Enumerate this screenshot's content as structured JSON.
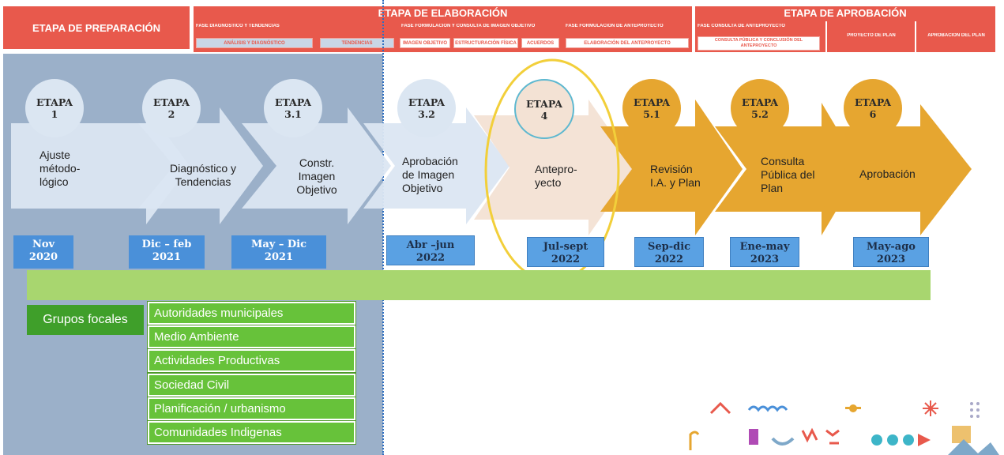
{
  "header": {
    "preparation": "ETAPA DE PREPARACIÓN",
    "elaboration": "ETAPA DE ELABORACIÓN",
    "approval": "ETAPA DE APROBACIÓN",
    "sub_phases": [
      "FASE DIAGNÓSTICO Y TENDENCIAS",
      "FASE FORMULACIÓN Y CONSULTA DE IMAGEN OBJETIVO",
      "FASE FORMULACIÓN DE ANTEPROYECTO",
      "FASE CONSULTA DE ANTEPROYECTO",
      "PROYECTO DE PLAN",
      "APROBACIÓN DEL PLAN"
    ],
    "chips": [
      "ANÁLISIS Y DIAGNÓSTICO",
      "TENDENCIAS",
      "IMAGEN OBJETIVO",
      "ESTRUCTURACIÓN FÍSICA",
      "ACUERDOS",
      "ELABORACIÓN DEL ANTEPROYECTO",
      "CONSULTA PÚBLICA Y CONCLUSIÓN DEL ANTEPROYECTO"
    ]
  },
  "stages": [
    {
      "label": "ETAPA",
      "num": "1",
      "name": "Ajuste método-lógico",
      "date1": "Nov",
      "date2": "2020"
    },
    {
      "label": "ETAPA",
      "num": "2",
      "name": "Diagnóstico y Tendencias",
      "date1": "Dic – feb",
      "date2": "2021"
    },
    {
      "label": "ETAPA",
      "num": "3.1",
      "name": "Constr. Imagen Objetivo",
      "date1": "May – Dic",
      "date2": "2021"
    },
    {
      "label": "ETAPA",
      "num": "3.2",
      "name": "Aprobación de Imagen Objetivo",
      "date1": "Abr –jun",
      "date2": "2022"
    },
    {
      "label": "ETAPA",
      "num": "4",
      "name": "Antepro-yecto",
      "date1": "Jul-sept",
      "date2": "2022"
    },
    {
      "label": "ETAPA",
      "num": "5.1",
      "name": "Revisión I.A. y Plan",
      "date1": "Sep-dic",
      "date2": "2022"
    },
    {
      "label": "ETAPA",
      "num": "5.2",
      "name": "Consulta Pública del Plan",
      "date1": "Ene-may",
      "date2": "2023"
    },
    {
      "label": "ETAPA",
      "num": "6",
      "name": "Aprobación",
      "date1": "May-ago",
      "date2": "2023"
    }
  ],
  "focus_groups": {
    "title": "Grupos focales",
    "items": [
      "Autoridades municipales",
      "Medio Ambiente",
      "Actividades Productivas",
      "Sociedad Civil",
      "Planificación / urbanismo",
      "Comunidades Indigenas"
    ]
  },
  "colors": {
    "red": "#e8594c",
    "blue_panel": "#9bb0c9",
    "light_arrow": "#dbe6f2",
    "beige_arrow": "#f3e2d4",
    "orange": "#e6a630",
    "date_blue": "#4a90d9",
    "green_bar": "#a8d66f",
    "green_box": "#67c23a",
    "highlight": "#f2cf3a"
  }
}
